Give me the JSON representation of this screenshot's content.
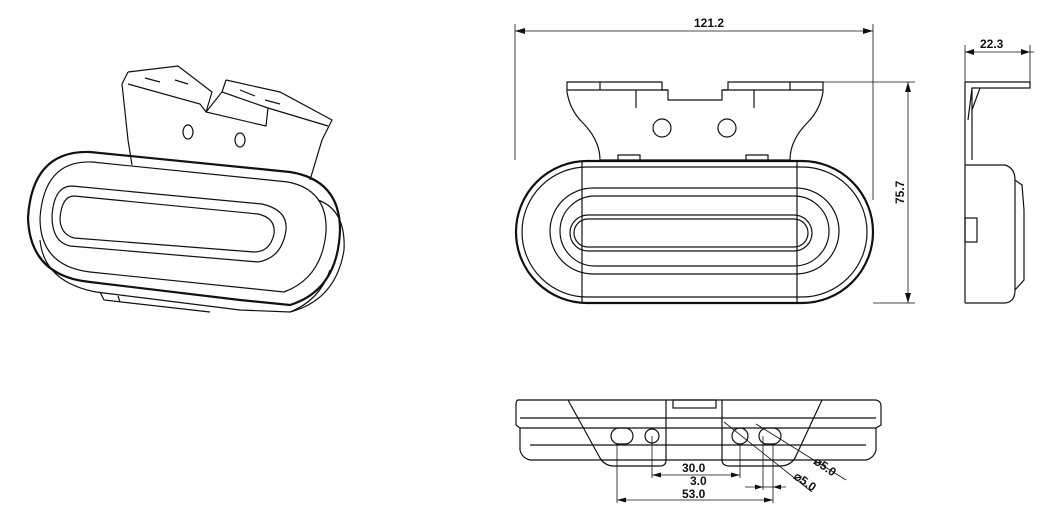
{
  "drawing": {
    "dimensions": {
      "overall_width": "121.2",
      "overall_height": "75.7",
      "depth": "22.3",
      "hole_spacing": "30.0",
      "slot_offset": "3.0",
      "slot_spacing": "53.0",
      "hole_diameter_1": "⌀5.0",
      "hole_diameter_2": "⌀5.0"
    }
  }
}
